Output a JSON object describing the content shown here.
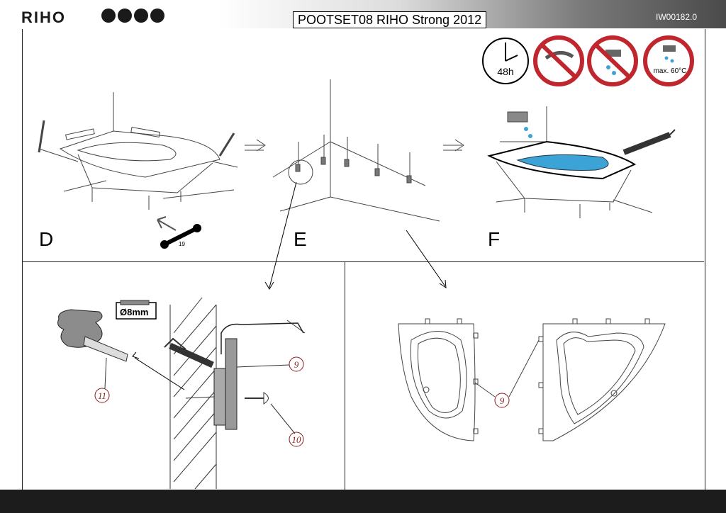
{
  "header": {
    "brand": "RIHO",
    "title": "POOTSET08   RIHO Strong 2012",
    "code": "IW00182.0"
  },
  "icons": {
    "ppe": [
      "workwear-icon",
      "mask-icon",
      "gloves-icon",
      "boots-icon"
    ],
    "warnings": [
      {
        "name": "wait-48h-icon",
        "label": "48h"
      },
      {
        "name": "no-shower-icon",
        "label": ""
      },
      {
        "name": "no-hot-water-icon",
        "label": ""
      },
      {
        "name": "max-temp-icon",
        "label": "max. 60°C"
      }
    ]
  },
  "steps": {
    "d": "D",
    "e": "E",
    "f": "F"
  },
  "labels": {
    "wrench_size": "19",
    "drill_size": "Ø8mm",
    "bracket": "9",
    "screw": "10",
    "dowel": "11",
    "bracket_bath": "9"
  },
  "colors": {
    "water": "#3ba3d6",
    "warning_red": "#c0262d",
    "header_dark": "#4a4a4a"
  }
}
